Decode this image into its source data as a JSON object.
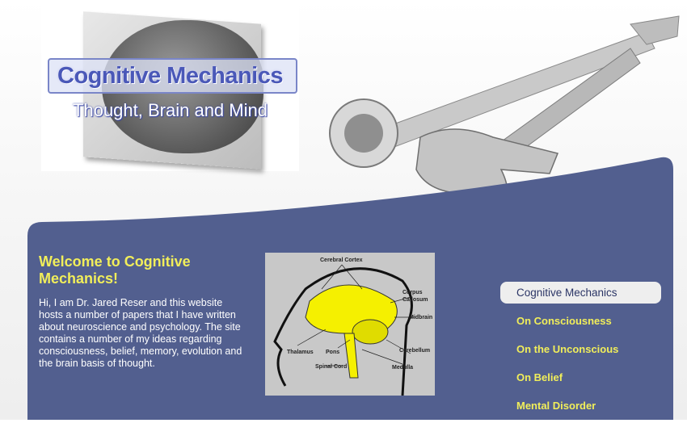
{
  "logo": {
    "title": "Cognitive Mechanics",
    "subtitle": "Thought, Brain and Mind"
  },
  "welcome": {
    "title": "Welcome to Cognitive Mechanics!",
    "body": "Hi, I am Dr. Jared Reser and this website hosts a number of papers that I have written about neuroscience and psychology. The site contains a number of my ideas regarding consciousness, belief, memory, evolution and the brain basis of thought."
  },
  "diagram": {
    "labels": [
      "Cerebral Cortex",
      "Corpus",
      "Callosum",
      "Midbrain",
      "Thalamus",
      "Pons",
      "Cerebellum",
      "Spinal Cord",
      "Medulla"
    ]
  },
  "nav": {
    "items": [
      {
        "label": "Cognitive Mechanics",
        "active": true
      },
      {
        "label": "On Consciousness"
      },
      {
        "label": "On the Unconscious"
      },
      {
        "label": "On Belief"
      },
      {
        "label": "Mental Disorder"
      }
    ]
  },
  "colors": {
    "panel": "#525f8f",
    "accent": "#f1ee5a",
    "nav_active_bg": "#eeeeee"
  }
}
